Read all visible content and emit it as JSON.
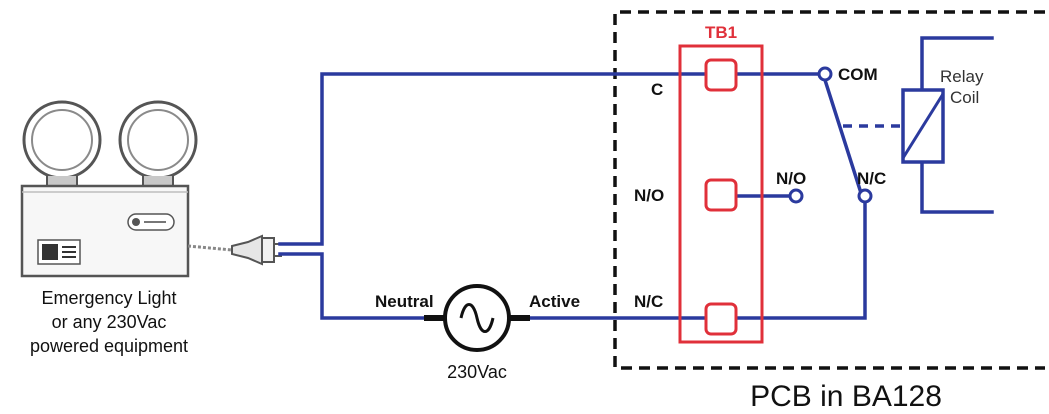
{
  "colors": {
    "wire": "#2b3a9e",
    "terminal_block": "#e0303a",
    "pcb_border": "#111111",
    "relay_coil": "#2b3a9e"
  },
  "pcb": {
    "label": "PCB in BA128"
  },
  "terminal_block": {
    "label": "TB1",
    "terminals": [
      {
        "label": "C"
      },
      {
        "label": "N/O"
      },
      {
        "label": "N/C"
      }
    ]
  },
  "relay": {
    "com_label": "COM",
    "no_label": "N/O",
    "nc_label": "N/C",
    "coil_label_line1": "Relay",
    "coil_label_line2": "Coil"
  },
  "source": {
    "neutral_label": "Neutral",
    "active_label": "Active",
    "voltage_label": "230Vac",
    "icon": "ac-source-icon"
  },
  "equipment": {
    "caption_line1": "Emergency Light",
    "caption_line2": "or any 230Vac",
    "caption_line3": "powered equipment",
    "icon": "emergency-light-icon"
  }
}
